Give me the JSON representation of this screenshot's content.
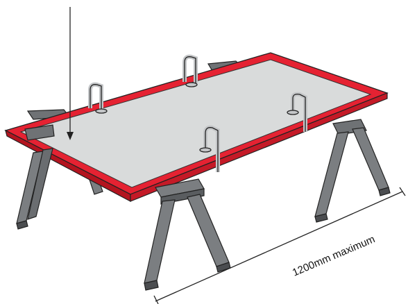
{
  "diagram": {
    "dimension_label": "1200mm maximum",
    "colors": {
      "board_frame": "#e52232",
      "board_frame_dark": "#b3141f",
      "panel": "#d9dbdb",
      "sawhorse": "#7b7e81",
      "sawhorse_dark": "#4b4d50",
      "clamp": "#c4c6c8",
      "line": "#222222"
    },
    "parts": [
      "arrow",
      "table-board",
      "sawhorse",
      "clamp",
      "dimension-line"
    ]
  }
}
